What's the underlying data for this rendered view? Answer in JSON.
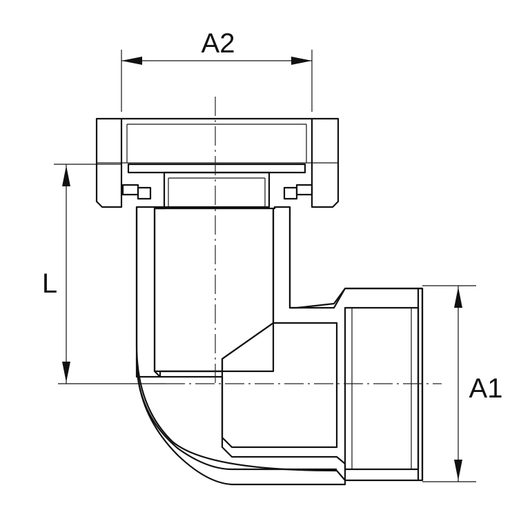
{
  "dimensions": {
    "a2": "A2",
    "a1": "A1",
    "l": "L"
  },
  "colors": {
    "line": "#111111",
    "background": "#ffffff"
  }
}
